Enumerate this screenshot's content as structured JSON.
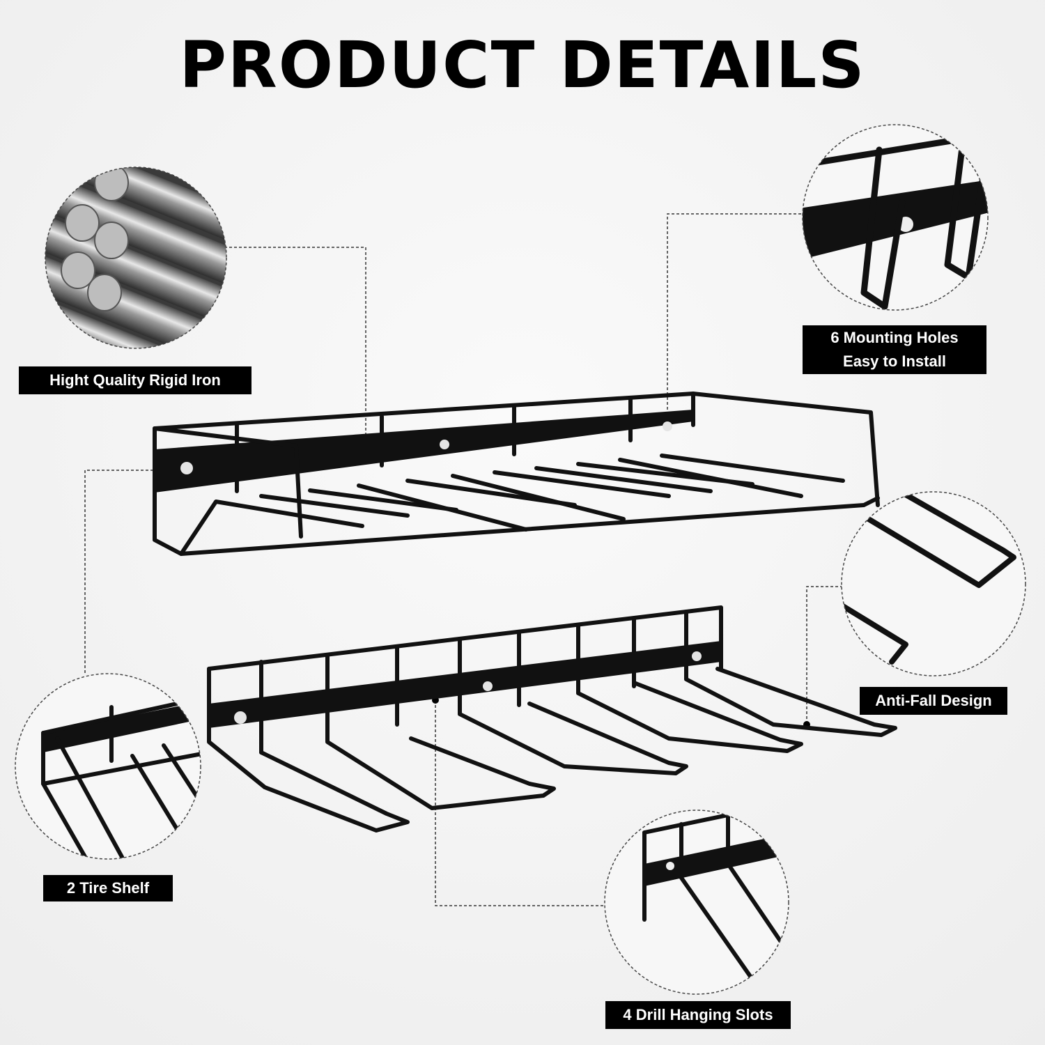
{
  "title": "PRODUCT DETAILS",
  "labels": {
    "material": "Hight Quality Rigid Iron",
    "mounting_line1": "6 Mounting Holes",
    "mounting_line2": "Easy to Install",
    "anti_fall": "Anti-Fall Design",
    "tire_shelf": "2 Tire Shelf",
    "drill_slots": "4 Drill Hanging Slots"
  },
  "colors": {
    "metal_black": "#111111",
    "label_bg": "#000000",
    "label_text": "#ffffff"
  },
  "icons": [
    "iron-bars-closeup",
    "mounting-hole-closeup",
    "anti-fall-hook-closeup",
    "tire-shelf-closeup",
    "drill-slot-closeup"
  ]
}
